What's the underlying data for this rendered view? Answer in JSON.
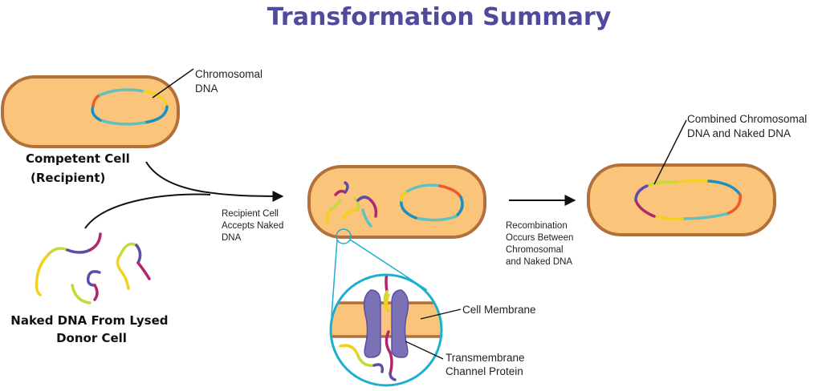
{
  "title": "Transformation Summary",
  "labels": {
    "chromosomal_dna": [
      "Chromosomal",
      "DNA"
    ],
    "competent_cell": [
      "Competent Cell",
      "(Recipient)"
    ],
    "naked_dna": [
      "Naked DNA From Lysed",
      "Donor Cell"
    ],
    "recipient_accepts": [
      "Recipient Cell",
      "Accepts Naked",
      "DNA"
    ],
    "recombination": [
      "Recombination",
      "Occurs Between",
      "Chromosomal",
      "and Naked DNA"
    ],
    "combined": [
      "Combined Chromosomal",
      "DNA and Naked DNA"
    ],
    "cell_membrane": [
      "Cell Membrane"
    ],
    "channel_protein": [
      "Transmembrane",
      "Channel Protein"
    ]
  },
  "colors": {
    "cytoplasm": "#fac57a",
    "cell_wall": "#b3703a",
    "title": "#4f4a9c",
    "zoom_circle": "#1eaecf",
    "channel_protein": "#7a72b5",
    "dna_teal": "#5fc1c1",
    "dna_yellow": "#f1d21b",
    "dna_orange": "#ee5a2b",
    "dna_blue": "#1a8fc2",
    "dna_purple": "#5a4ea6",
    "dna_magenta": "#b0276e",
    "dna_lime": "#c6d93b"
  }
}
